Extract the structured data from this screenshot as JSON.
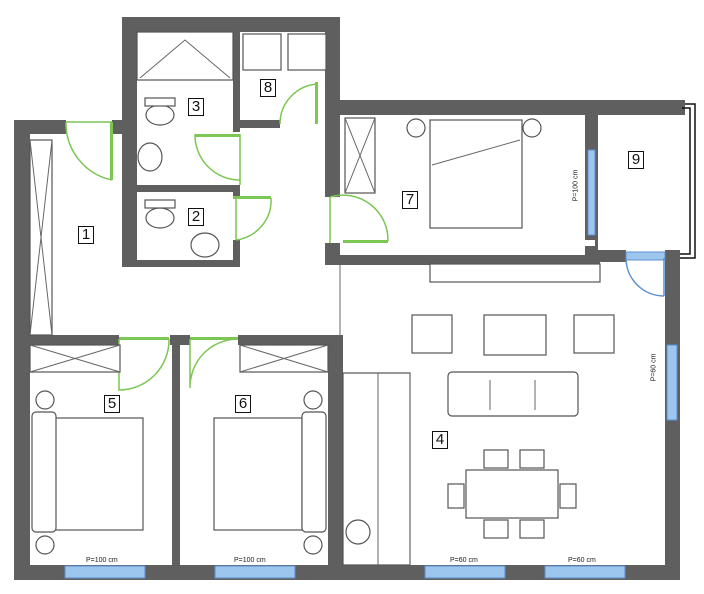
{
  "rooms": [
    {
      "number": "1"
    },
    {
      "number": "2"
    },
    {
      "number": "3"
    },
    {
      "number": "4"
    },
    {
      "number": "5"
    },
    {
      "number": "6"
    },
    {
      "number": "7"
    },
    {
      "number": "8"
    },
    {
      "number": "9"
    }
  ],
  "windows": {
    "w5": "P=100 cm",
    "w6": "P=100 cm",
    "w4a": "P=60 cm",
    "w4b": "P=60 cm",
    "w4right": "P=60 cm",
    "w7": "P=100 cm"
  },
  "colors": {
    "wall": "#5f5f5f",
    "door": "#7cc653",
    "window": "#9cc6ee"
  }
}
